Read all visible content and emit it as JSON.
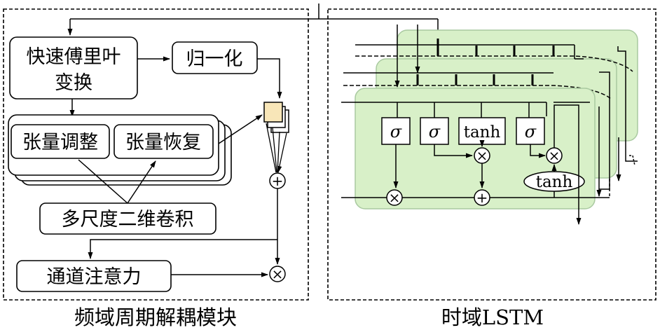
{
  "left_panel": {
    "caption": "频域周期解耦模块",
    "fft_line1": "快速傅里叶",
    "fft_line2": "变换",
    "normalize": "归一化",
    "tensor_adjust": "张量调整",
    "tensor_restore": "张量恢复",
    "multiscale_conv": "多尺度二维卷积",
    "channel_attention": "通道注意力",
    "plus_op": "+",
    "times_op": "×"
  },
  "right_panel": {
    "caption": "时域LSTM",
    "gates": [
      "σ",
      "σ",
      "tanh",
      "σ"
    ],
    "cell_tanh": "tanh",
    "times_op": "×",
    "plus_op": "+"
  },
  "colors": {
    "stroke": "#000000",
    "cell_fill": "#d8f0c8",
    "cell_border": "#a9c9a0",
    "feature_fill": "#f8e6b8"
  }
}
